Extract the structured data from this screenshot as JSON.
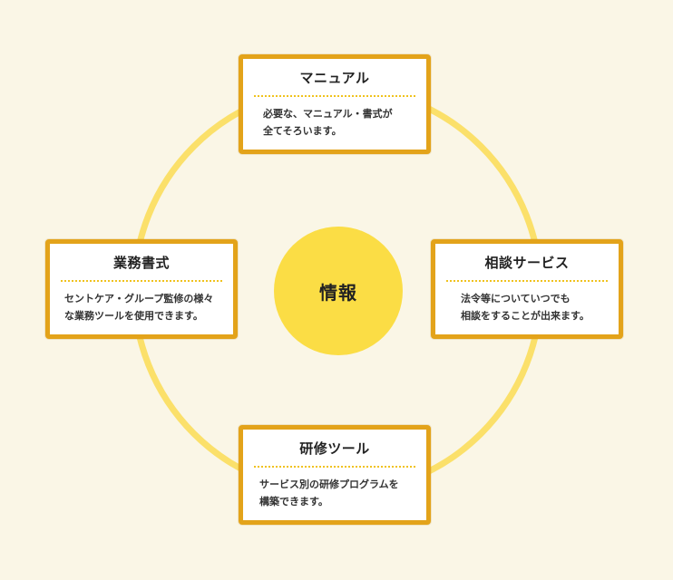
{
  "colors": {
    "background": "#faf6e6",
    "ring": "#fbe06a",
    "center_fill": "#fbdd45",
    "card_border": "#e3a31a",
    "card_divider": "#f0c21e"
  },
  "center": {
    "label": "情報"
  },
  "cards": {
    "top": {
      "title": "マニュアル",
      "lines": [
        "必要な、マニュアル・書式が",
        "全てそろいます。"
      ]
    },
    "left": {
      "title": "業務書式",
      "lines": [
        "セントケア・グループ監修の様々",
        "な業務ツールを使用できます。"
      ]
    },
    "right": {
      "title": "相談サービス",
      "lines": [
        "法令等についていつでも",
        "相談をすることが出来ます。"
      ]
    },
    "bottom": {
      "title": "研修ツール",
      "lines": [
        "サービス別の研修プログラムを",
        "構築できます。"
      ]
    }
  }
}
